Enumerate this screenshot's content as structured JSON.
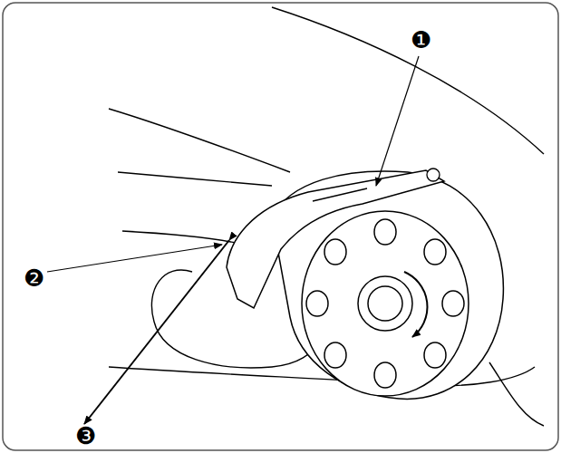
{
  "diagram": {
    "labels": [
      "❶",
      "❷",
      "❸"
    ]
  }
}
